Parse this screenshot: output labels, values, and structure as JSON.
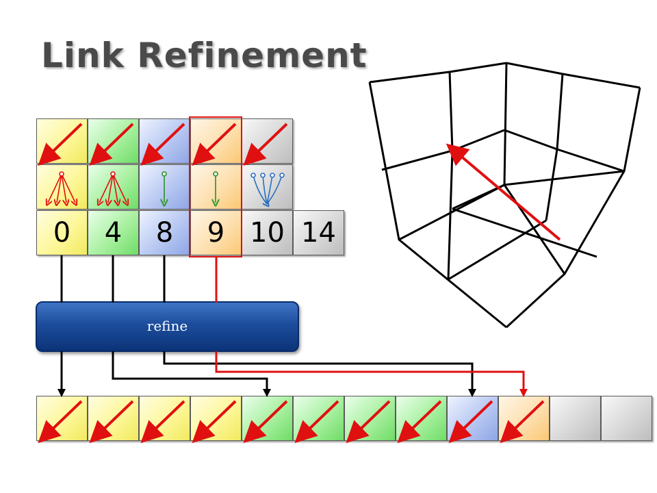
{
  "title": "Link Refinement",
  "refine_label": "refine",
  "index_values": [
    "0",
    "4",
    "8",
    "9",
    "10",
    "14"
  ],
  "colors": {
    "link_red": "#e01010",
    "line_black": "#000000",
    "child_green": "#3a9a3a",
    "child_blue": "#2a6fc0",
    "refine_blue": "#1c4d9c"
  },
  "top_cells": [
    "yellow",
    "green",
    "blue",
    "orange",
    "gray"
  ],
  "mid_cells": [
    "yellow",
    "green",
    "blue",
    "orange"
  ],
  "index_cells": [
    "yellow",
    "green",
    "blue",
    "orange",
    "gray",
    "gray"
  ],
  "bottom_cells": [
    "yellow",
    "yellow",
    "yellow",
    "yellow",
    "green",
    "green",
    "green",
    "green",
    "blue",
    "orange",
    "gray",
    "gray"
  ],
  "highlighted_column": "9"
}
